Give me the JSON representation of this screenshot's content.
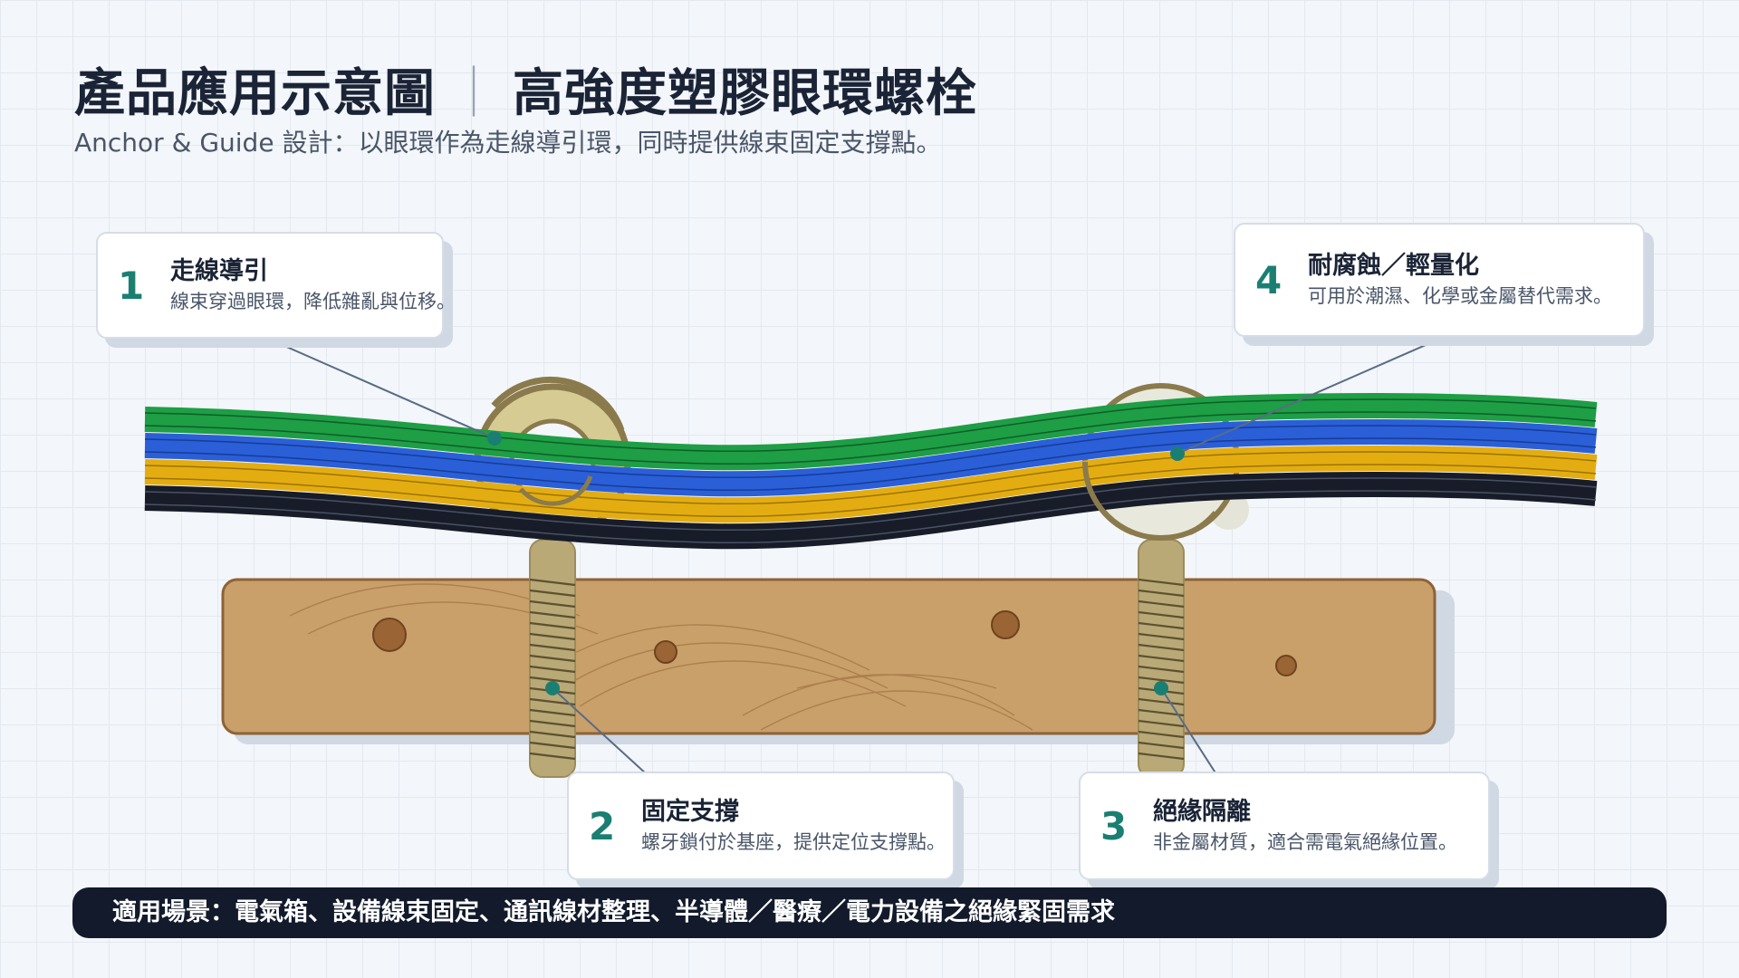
{
  "header": {
    "title_main": "產品應用示意圖",
    "title_separator": "｜",
    "title_product": "高強度塑膠眼環螺栓",
    "subtitle": "Anchor & Guide 設計：以眼環作為走線導引環，同時提供線束固定支撐點。"
  },
  "callouts": [
    {
      "number": "1",
      "title": "走線導引",
      "description": "線束穿過眼環，降低雜亂與位移。"
    },
    {
      "number": "2",
      "title": "固定支撐",
      "description": "螺牙鎖付於基座，提供定位支撐點。"
    },
    {
      "number": "3",
      "title": "絕緣隔離",
      "description": "非金屬材質，適合需電氣絕緣位置。"
    },
    {
      "number": "4",
      "title": "耐腐蝕／輕量化",
      "description": "可用於潮濕、化學或金屬替代需求。"
    }
  ],
  "footer": {
    "text": "適用場景：電氣箱、設備線束固定、通訊線材整理、半導體／醫療／電力設備之絕緣緊固需求"
  },
  "colors": {
    "cable_green": "#1e9e45",
    "cable_blue": "#2a5fd8",
    "cable_yellow": "#e3ad12",
    "cable_black": "#171c28",
    "wood": "#c9a06a",
    "wood_edge": "#8e6236",
    "bolt": "#b9a977",
    "bolt_ring": "#8b7a4c",
    "marker": "#1a7f72",
    "footer_bg": "#121a2b"
  }
}
